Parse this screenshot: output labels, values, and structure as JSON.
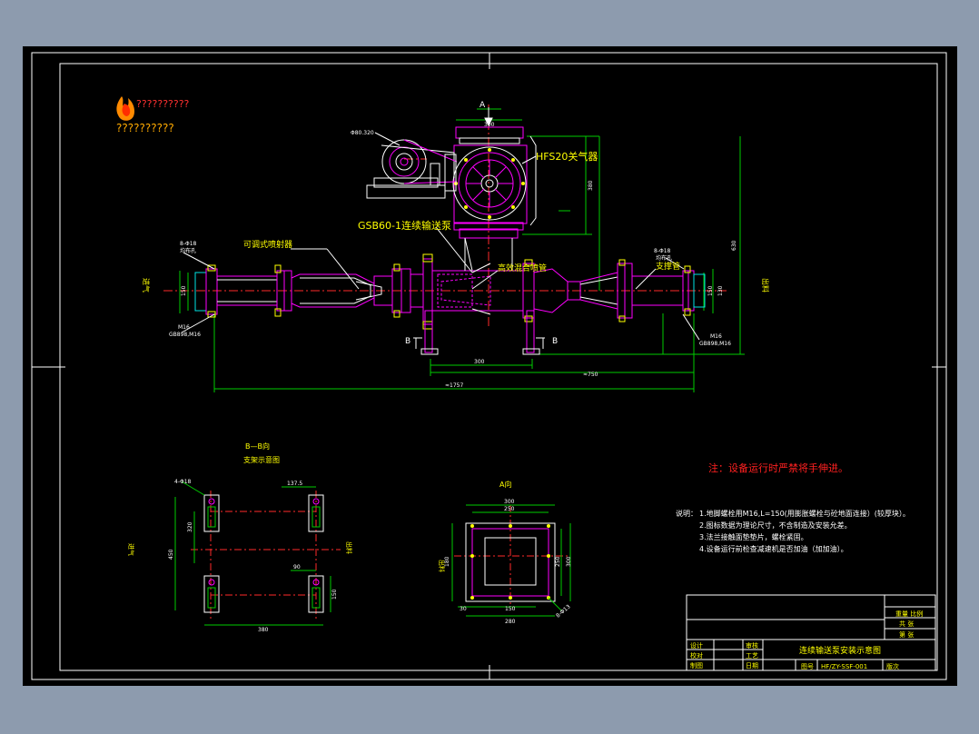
{
  "logo": {
    "text": "??????????",
    "subtitle": "??????????"
  },
  "colors": {
    "background": "#8d9bae",
    "canvas": "#000000",
    "frame": "#ffffff",
    "outline": "#ff00ff",
    "body": "#ffffff",
    "yellow": "#ffff00",
    "cyan": "#00e5e5",
    "green": "#00cc00",
    "center": "#ff2a2a",
    "note": "#ff2020"
  },
  "labels": {
    "section_a": "A",
    "section_b_left": "B",
    "section_b_right": "B",
    "rotary_valve": "HFS20关气器",
    "screw_pump": "GSB60-1连续输送泵",
    "variable_nozzle": "可调式喷射器",
    "inner_nozzle": "高效混合喷管",
    "support_pipe": "支撑管",
    "air_in": "进气",
    "outlet": "出料",
    "motor_tag": "Φ80.320",
    "bolt_left_top": "8-Φ18",
    "bolt_left_top_sub": "均布孔",
    "bolt_left_bottom": "M16",
    "bolt_left_bottom_sub": "GB898,M16",
    "bolt_right_top": "8-Φ18",
    "bolt_right_top_sub": "均布孔",
    "bolt_right_bottom": "M16",
    "bolt_right_bottom_sub": "GB898,M16",
    "top_flange_dim": "300",
    "dim_height_small": "380",
    "dim_height_large": "630",
    "dim_bottom_mid": "300",
    "dim_bottom_right": "≈750",
    "dim_total": "≈1757",
    "dim_left_flange": "150",
    "dim_right_flange_a": "150",
    "dim_right_flange_b": "130"
  },
  "bb_view": {
    "title": "B—B向",
    "subtitle": "支架示意图",
    "bolts": "4-Φ18",
    "dim_top": "137.5",
    "dim_height": "450",
    "dim_inner": "320",
    "dim_bottom": "380",
    "dim_gap": "90",
    "dim_slot": "150",
    "air_in": "进气",
    "outlet": "出料"
  },
  "a_view": {
    "title": "A向",
    "dim_outer": "300",
    "dim_inner": "250",
    "dim_left": "180",
    "dim_right_a": "250",
    "dim_right_b": "300",
    "dim_bottom_a": "30",
    "dim_bottom_b": "150",
    "dim_bottom_total": "280",
    "hole_note": "8-Φ13",
    "left_label": "出料"
  },
  "warning": "注：设备运行时严禁将手伸进。",
  "notes": {
    "title": "说明：",
    "lines": [
      "1.地脚螺栓用M16,L=150(用膨胀螺栓与砼地面连接）(较厚块）。",
      "2.图标数据为理论尺寸，不含制造及安装允差。",
      "3.法兰接触面垫垫片，螺栓紧固。",
      "4.设备运行前检查减速机是否加油（加加油）。"
    ]
  },
  "title_block": {
    "scale_header": "重量 比例",
    "sheet_total": "共 张",
    "sheet_no": "第 张",
    "r1c1": "设计",
    "r1c2": "",
    "r1c3": "审核",
    "r2c1": "校对",
    "r2c2": "",
    "r2c3": "工艺",
    "r3c1": "制图",
    "r3c2": "",
    "r3c3": "日期",
    "drawing_title": "连续输送泵安装示意图",
    "drawing_no_label": "图号",
    "drawing_no": "HF/ZY-SSF-001",
    "version_label": "版次"
  }
}
